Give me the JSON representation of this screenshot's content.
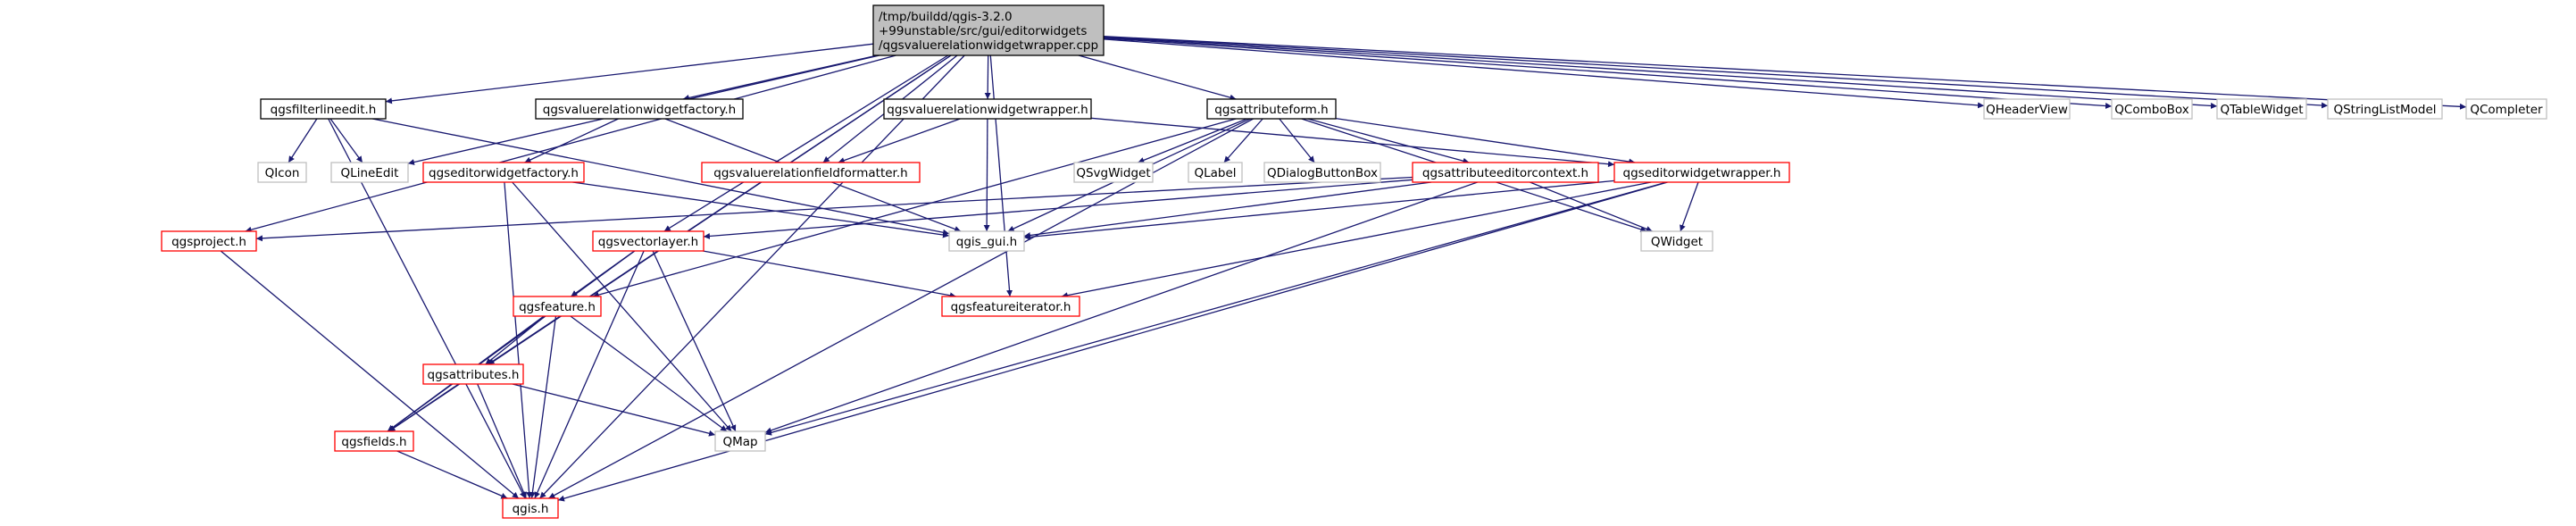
{
  "colors": {
    "root_fill": "#bfbfbf",
    "root_stroke": "#000000",
    "documented_stroke": "#000000",
    "truncated_stroke": "#ff0000",
    "external_stroke": "#bfbfbf",
    "edge": "#191970",
    "background": "#ffffff",
    "text": "#000000"
  },
  "nodes": [
    {
      "id": "root",
      "kind": "root",
      "lines": [
        "/tmp/buildd/qgis-3.2.0",
        "+99unstable/src/gui/editorwidgets",
        "/qgsvaluerelationwidgetwrapper.cpp"
      ]
    },
    {
      "id": "qgsfilterlineedit",
      "kind": "documented",
      "lines": [
        "qgsfilterlineedit.h"
      ]
    },
    {
      "id": "qgsvaluerelationwidgetfactory",
      "kind": "documented",
      "lines": [
        "qgsvaluerelationwidgetfactory.h"
      ]
    },
    {
      "id": "qgsvaluerelationwidgetwrapper",
      "kind": "documented",
      "lines": [
        "qgsvaluerelationwidgetwrapper.h"
      ]
    },
    {
      "id": "qgsattributeform",
      "kind": "documented",
      "lines": [
        "qgsattributeform.h"
      ]
    },
    {
      "id": "QHeaderView",
      "kind": "external",
      "lines": [
        "QHeaderView"
      ]
    },
    {
      "id": "QComboBox",
      "kind": "external",
      "lines": [
        "QComboBox"
      ]
    },
    {
      "id": "QTableWidget",
      "kind": "external",
      "lines": [
        "QTableWidget"
      ]
    },
    {
      "id": "QStringListModel",
      "kind": "external",
      "lines": [
        "QStringListModel"
      ]
    },
    {
      "id": "QCompleter",
      "kind": "external",
      "lines": [
        "QCompleter"
      ]
    },
    {
      "id": "QIcon",
      "kind": "external",
      "lines": [
        "QIcon"
      ]
    },
    {
      "id": "QLineEdit",
      "kind": "external",
      "lines": [
        "QLineEdit"
      ]
    },
    {
      "id": "qgseditorwidgetfactory",
      "kind": "truncated",
      "lines": [
        "qgseditorwidgetfactory.h"
      ]
    },
    {
      "id": "qgsvaluerelationfieldformatter",
      "kind": "truncated",
      "lines": [
        "qgsvaluerelationfieldformatter.h"
      ]
    },
    {
      "id": "QSvgWidget",
      "kind": "external",
      "lines": [
        "QSvgWidget"
      ]
    },
    {
      "id": "QLabel",
      "kind": "external",
      "lines": [
        "QLabel"
      ]
    },
    {
      "id": "QDialogButtonBox",
      "kind": "external",
      "lines": [
        "QDialogButtonBox"
      ]
    },
    {
      "id": "qgsattributeeditorcontext",
      "kind": "truncated",
      "lines": [
        "qgsattributeeditorcontext.h"
      ]
    },
    {
      "id": "qgseditorwidgetwrapper",
      "kind": "truncated",
      "lines": [
        "qgseditorwidgetwrapper.h"
      ]
    },
    {
      "id": "qgsproject",
      "kind": "truncated",
      "lines": [
        "qgsproject.h"
      ]
    },
    {
      "id": "qgsvectorlayer",
      "kind": "truncated",
      "lines": [
        "qgsvectorlayer.h"
      ]
    },
    {
      "id": "qgis_gui",
      "kind": "external",
      "lines": [
        "qgis_gui.h"
      ]
    },
    {
      "id": "QWidget",
      "kind": "external",
      "lines": [
        "QWidget"
      ]
    },
    {
      "id": "qgsfeature",
      "kind": "truncated",
      "lines": [
        "qgsfeature.h"
      ]
    },
    {
      "id": "qgsfeatureiterator",
      "kind": "truncated",
      "lines": [
        "qgsfeatureiterator.h"
      ]
    },
    {
      "id": "qgsattributes",
      "kind": "truncated",
      "lines": [
        "qgsattributes.h"
      ]
    },
    {
      "id": "qgsfields",
      "kind": "truncated",
      "lines": [
        "qgsfields.h"
      ]
    },
    {
      "id": "QMap",
      "kind": "external",
      "lines": [
        "QMap"
      ]
    },
    {
      "id": "qgis",
      "kind": "truncated",
      "lines": [
        "qgis.h"
      ]
    }
  ],
  "edges": [
    [
      "root",
      "qgsfilterlineedit"
    ],
    [
      "root",
      "qgsvaluerelationwidgetfactory"
    ],
    [
      "root",
      "qgsvaluerelationwidgetwrapper"
    ],
    [
      "root",
      "qgsattributeform"
    ],
    [
      "root",
      "QHeaderView"
    ],
    [
      "root",
      "QComboBox"
    ],
    [
      "root",
      "QTableWidget"
    ],
    [
      "root",
      "QStringListModel"
    ],
    [
      "root",
      "QCompleter"
    ],
    [
      "root",
      "QLineEdit"
    ],
    [
      "root",
      "qgsvaluerelationfieldformatter"
    ],
    [
      "root",
      "qgsproject"
    ],
    [
      "root",
      "qgsvectorlayer"
    ],
    [
      "root",
      "qgsattributes"
    ],
    [
      "root",
      "qgsfields"
    ],
    [
      "root",
      "qgsfeatureiterator"
    ],
    [
      "root",
      "qgis"
    ],
    [
      "qgsfilterlineedit",
      "QIcon"
    ],
    [
      "qgsfilterlineedit",
      "QLineEdit"
    ],
    [
      "qgsfilterlineedit",
      "qgis_gui"
    ],
    [
      "qgsfilterlineedit",
      "qgis"
    ],
    [
      "qgsvaluerelationwidgetfactory",
      "qgseditorwidgetfactory"
    ],
    [
      "qgsvaluerelationwidgetfactory",
      "qgis_gui"
    ],
    [
      "qgsvaluerelationwidgetwrapper",
      "qgsvaluerelationfieldformatter"
    ],
    [
      "qgsvaluerelationwidgetwrapper",
      "qgseditorwidgetwrapper"
    ],
    [
      "qgsvaluerelationwidgetwrapper",
      "qgis_gui"
    ],
    [
      "qgsattributeform",
      "QSvgWidget"
    ],
    [
      "qgsattributeform",
      "QLabel"
    ],
    [
      "qgsattributeform",
      "QDialogButtonBox"
    ],
    [
      "qgsattributeform",
      "qgsattributeeditorcontext"
    ],
    [
      "qgsattributeform",
      "qgseditorwidgetwrapper"
    ],
    [
      "qgsattributeform",
      "qgis_gui"
    ],
    [
      "qgsattributeform",
      "QWidget"
    ],
    [
      "qgsattributeform",
      "qgsfeature"
    ],
    [
      "qgsattributeform",
      "qgis"
    ],
    [
      "qgseditorwidgetfactory",
      "qgis_gui"
    ],
    [
      "qgseditorwidgetfactory",
      "QMap"
    ],
    [
      "qgseditorwidgetfactory",
      "qgis"
    ],
    [
      "qgsattributeeditorcontext",
      "qgsvectorlayer"
    ],
    [
      "qgsattributeeditorcontext",
      "qgsproject"
    ],
    [
      "qgsattributeeditorcontext",
      "qgis_gui"
    ],
    [
      "qgsattributeeditorcontext",
      "QWidget"
    ],
    [
      "qgsattributeeditorcontext",
      "QMap"
    ],
    [
      "qgseditorwidgetwrapper",
      "QWidget"
    ],
    [
      "qgseditorwidgetwrapper",
      "qgis_gui"
    ],
    [
      "qgseditorwidgetwrapper",
      "QMap"
    ],
    [
      "qgseditorwidgetwrapper",
      "qgis"
    ],
    [
      "qgseditorwidgetwrapper",
      "qgsfeatureiterator"
    ],
    [
      "qgsproject",
      "qgis"
    ],
    [
      "qgsvectorlayer",
      "qgsfeature"
    ],
    [
      "qgsvectorlayer",
      "qgsfields"
    ],
    [
      "qgsvectorlayer",
      "qgsfeatureiterator"
    ],
    [
      "qgsvectorlayer",
      "QMap"
    ],
    [
      "qgsvectorlayer",
      "qgis"
    ],
    [
      "qgsfeature",
      "qgsattributes"
    ],
    [
      "qgsfeature",
      "qgsfields"
    ],
    [
      "qgsfeature",
      "QMap"
    ],
    [
      "qgsfeature",
      "qgis"
    ],
    [
      "qgsattributes",
      "qgsfields"
    ],
    [
      "qgsattributes",
      "QMap"
    ],
    [
      "qgsattributes",
      "qgis"
    ],
    [
      "qgsfields",
      "qgis"
    ]
  ]
}
